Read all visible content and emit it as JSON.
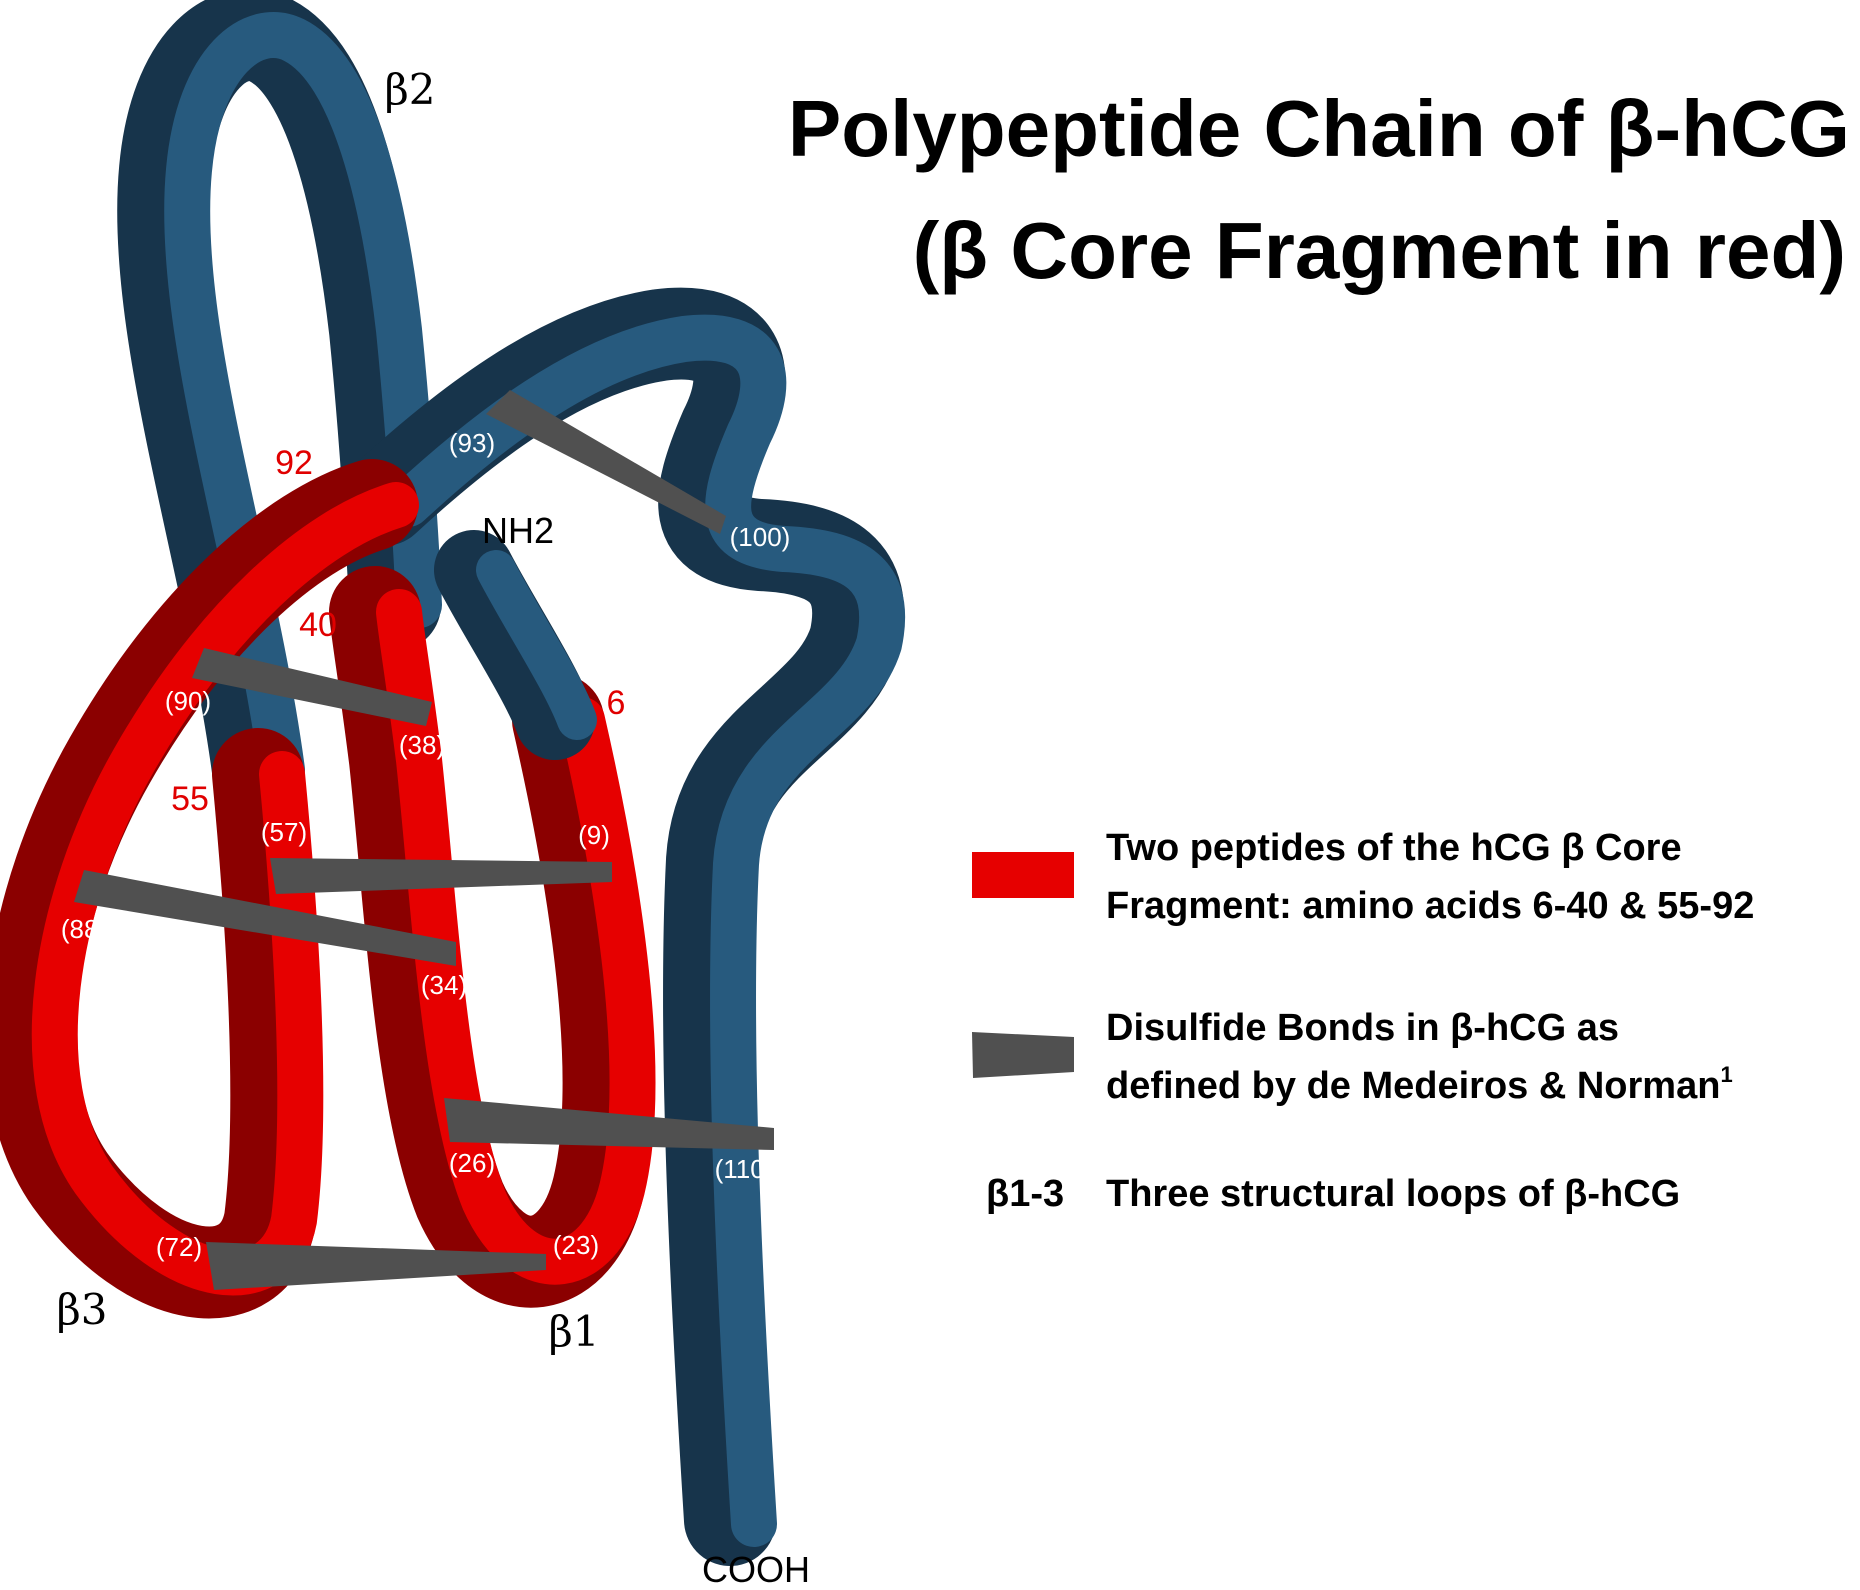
{
  "title": {
    "line1": "Polypeptide Chain of β-hCG",
    "line2": "(β Core Fragment in red)"
  },
  "colors": {
    "red_light": "#e60000",
    "red_dark": "#8b0000",
    "blue_light": "#275a7e",
    "blue_dark": "#17344b",
    "bond": "#505050"
  },
  "legend": {
    "core": {
      "line1": "Two peptides of the hCG β Core",
      "line2": "Fragment: amino acids 6-40 & 55-92"
    },
    "bonds": {
      "line1": "Disulfide Bonds in β-hCG as",
      "line2": "defined by de Medeiros & Norman",
      "sup": "1"
    },
    "loops": {
      "symbol": "β1-3",
      "text": "Three structural loops of β-hCG"
    }
  },
  "terminals": {
    "n": "NH2",
    "c": "COOH"
  },
  "loops": {
    "b1": "β1",
    "b2": "β2",
    "b3": "β3"
  },
  "boundaries": {
    "r92": "92",
    "r40": "40",
    "r6": "6",
    "r55": "55"
  },
  "residues": {
    "r93": "(93)",
    "r100": "(100)",
    "r90": "(90)",
    "r38": "(38)",
    "r57": "(57)",
    "r9": "(9)",
    "r88": "(88)",
    "r34": "(34)",
    "r26": "(26)",
    "r110": "(110)",
    "r72": "(72)",
    "r23": "(23)"
  }
}
